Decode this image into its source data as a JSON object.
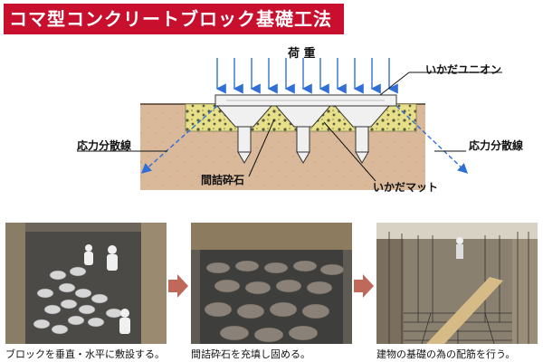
{
  "title": "コマ型コンクリートブロック基礎工法",
  "diagram": {
    "load_label": "荷 重",
    "ikada_union_label": "いかだユニオン",
    "stress_line_left": "応力分散線",
    "stress_line_right": "応力分散線",
    "gap_stone_label": "間詰砕石",
    "ikada_mat_label": "いかだマット",
    "colors": {
      "soil": "#d9b99a",
      "ground_line": "#4a3a2a",
      "arrow": "#2f6fd6",
      "gravel": "#e7e089",
      "concrete": "#f2f2f2"
    }
  },
  "steps": [
    {
      "caption": "ブロックを垂直・水平に敷設する。"
    },
    {
      "caption": "間詰砕石を充填し固める。"
    },
    {
      "caption": "建物の基礎の為の配筋を行う。"
    }
  ],
  "flow_arrow_color": "#c0685a"
}
